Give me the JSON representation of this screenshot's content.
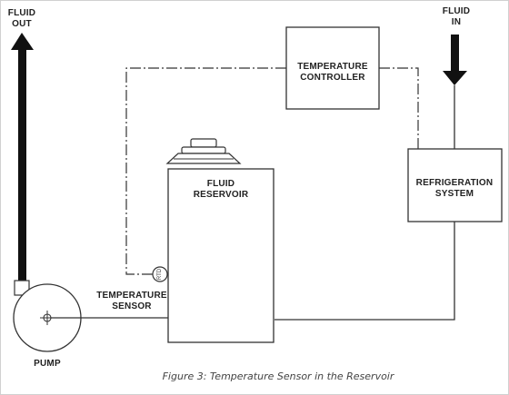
{
  "labels": {
    "fluid_out_1": "FLUID",
    "fluid_out_2": "OUT",
    "fluid_in_1": "FLUID",
    "fluid_in_2": "IN",
    "temp_controller_1": "TEMPERATURE",
    "temp_controller_2": "CONTROLLER",
    "fluid_reservoir_1": "FLUID",
    "fluid_reservoir_2": "RESERVOIR",
    "refrigeration_1": "REFRIGERATION",
    "refrigeration_2": "SYSTEM",
    "temp_sensor_1": "TEMPERATURE",
    "temp_sensor_2": "SENSOR",
    "pump": "PUMP",
    "rtd": "RTD"
  },
  "caption": "Figure 3: Temperature Sensor in the Reservoir"
}
